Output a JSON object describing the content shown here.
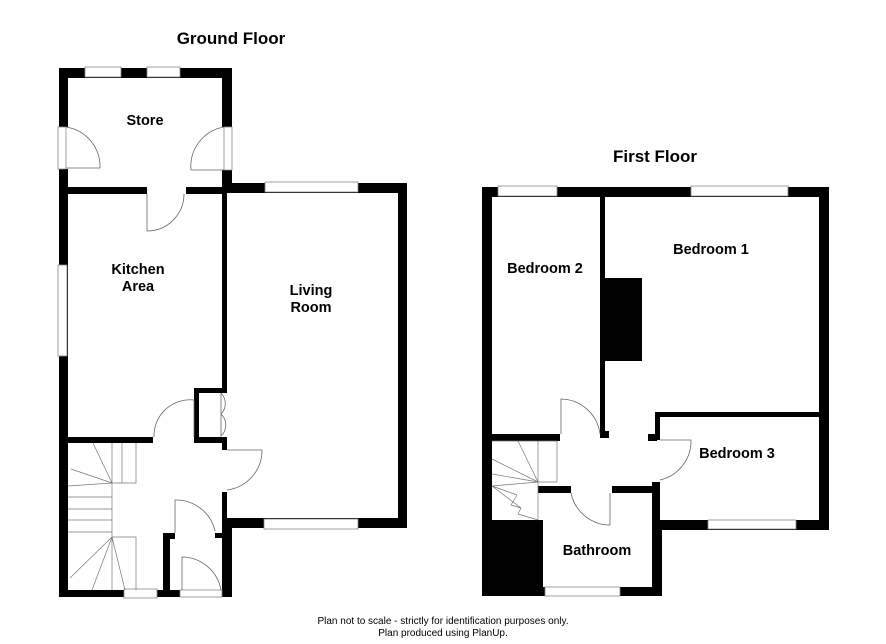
{
  "ground_floor": {
    "title": "Ground Floor",
    "rooms": {
      "store": "Store",
      "kitchen_line1": "Kitchen",
      "kitchen_line2": "Area",
      "living_line1": "Living",
      "living_line2": "Room"
    }
  },
  "first_floor": {
    "title": "First Floor",
    "rooms": {
      "bedroom1": "Bedroom 1",
      "bedroom2": "Bedroom 2",
      "bedroom3": "Bedroom 3",
      "bathroom": "Bathroom"
    }
  },
  "footer": {
    "line1": "Plan not to scale - strictly for identification purposes only.",
    "line2": "Plan produced using PlanUp."
  }
}
